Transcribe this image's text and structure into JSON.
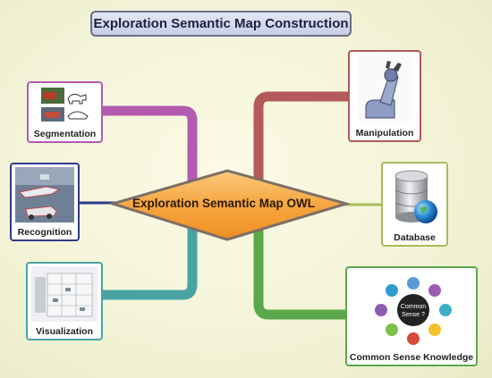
{
  "title": "Exploration Semantic Map Construction",
  "center": "Exploration Semantic Map OWL",
  "nodes": {
    "segmentation": "Segmentation",
    "recognition": "Recognition",
    "visualization": "Visualization",
    "manipulation": "Manipulation",
    "database": "Database",
    "common_sense": "Common Sense Knowledge"
  },
  "common_sense_center": [
    "Common",
    "Sense ?"
  ],
  "colors": {
    "segmentation": "#b25bb0",
    "recognition": "#2d3b8c",
    "visualization": "#4aa3a3",
    "manipulation": "#b35a5a",
    "database": "#a9bb5a",
    "common_sense": "#5aa84a",
    "center_fill": "#f6a640"
  }
}
